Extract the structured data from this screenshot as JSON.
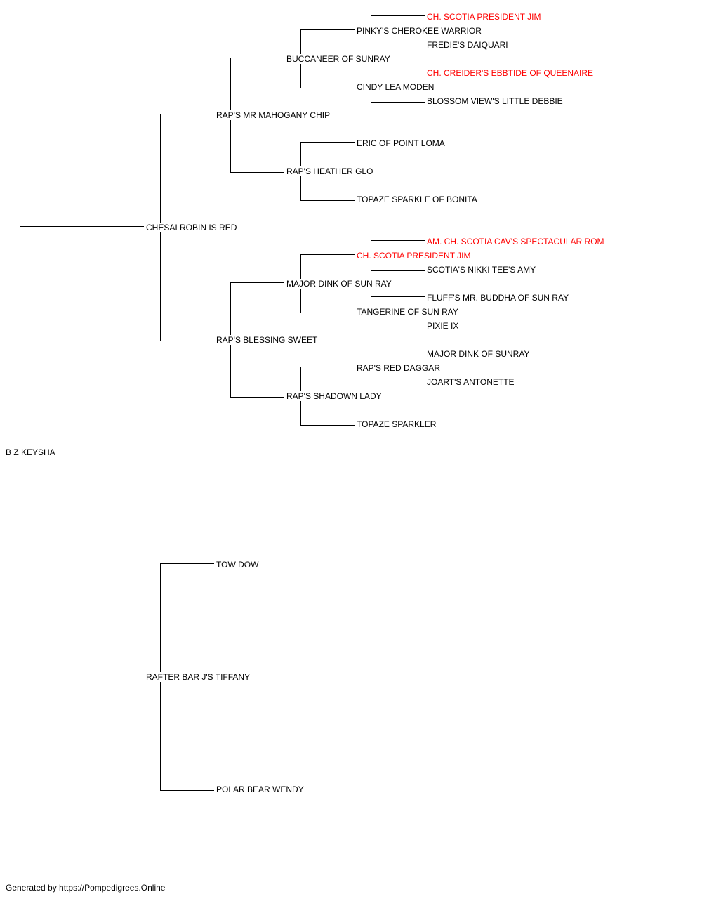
{
  "pedigree": {
    "subject": "B Z KEYSHA",
    "sire": {
      "name": "CHESAI ROBIN IS RED",
      "sire": {
        "name": "RAP'S MR MAHOGANY CHIP",
        "sire": {
          "name": "BUCCANEER OF SUNRAY",
          "sire": {
            "name": "PINKY'S CHEROKEE WARRIOR",
            "sire": "CH. SCOTIA PRESIDENT JIM",
            "dam": "FREDIE'S DAIQUARI"
          },
          "dam": {
            "name": "CINDY LEA MODEN",
            "sire": "CH. CREIDER'S EBBTIDE OF QUEENAIRE",
            "dam": "BLOSSOM VIEW'S LITTLE DEBBIE"
          }
        },
        "dam": {
          "name": "RAP'S HEATHER GLO",
          "sire": "ERIC OF POINT LOMA",
          "dam": "TOPAZE SPARKLE OF BONITA"
        }
      },
      "dam": {
        "name": "RAP'S BLESSING SWEET",
        "sire": {
          "name": "MAJOR DINK OF SUN RAY",
          "sire": {
            "name": "CH. SCOTIA PRESIDENT JIM",
            "sire": "AM. CH. SCOTIA CAV'S SPECTACULAR ROM",
            "dam": "SCOTIA'S NIKKI TEE'S AMY"
          },
          "dam": {
            "name": "TANGERINE OF SUN RAY",
            "sire": "FLUFF'S MR. BUDDHA OF SUN RAY",
            "dam": "PIXIE IX"
          }
        },
        "dam": {
          "name": "RAP'S SHADOWN LADY",
          "sire": {
            "name": "RAP'S RED DAGGAR",
            "sire": "MAJOR DINK OF SUNRAY",
            "dam": "JOART'S ANTONETTE"
          },
          "dam": "TOPAZE SPARKLER"
        }
      }
    },
    "dam": {
      "name": "RAFTER BAR J'S TIFFANY",
      "sire": "TOW DOW",
      "dam": "POLAR BEAR WENDY"
    }
  },
  "titled_color": "#ff0000",
  "footer": "Generated by https://Pompedigrees.Online"
}
